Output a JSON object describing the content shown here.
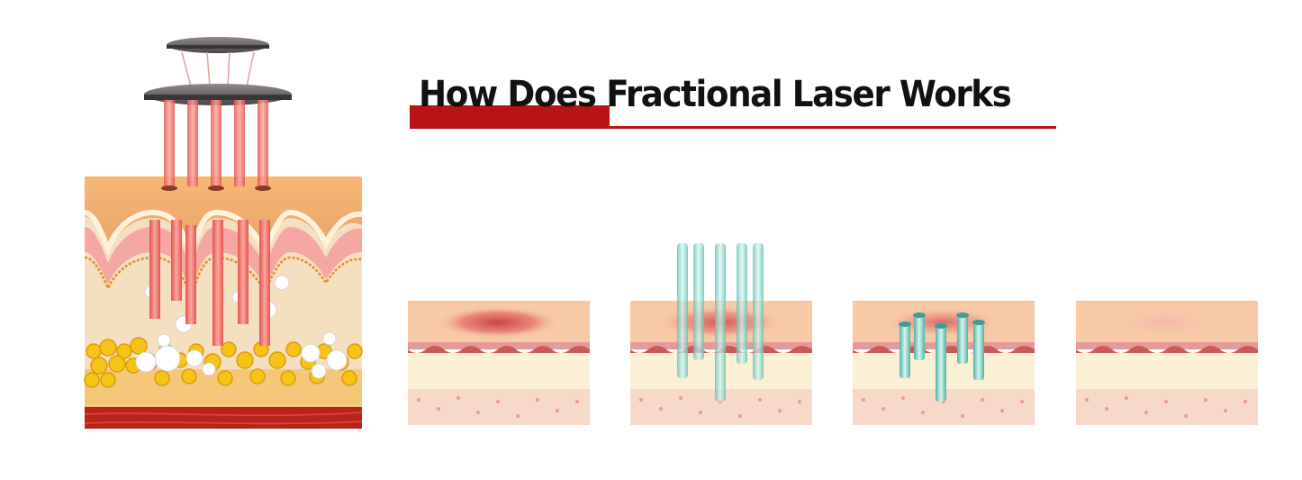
{
  "title": "How Does Fractional Laser Works",
  "colors": {
    "accent": "#b81414",
    "laser": "#e8504a",
    "epidermis": "#f7c9a7",
    "dermis": "#f8e8d6",
    "fat": "#f5c21a",
    "muscle": "#b8231c",
    "microcolumn": "#8fd3c8"
  },
  "stages": [
    {
      "id": 1,
      "state": "damaged-skin"
    },
    {
      "id": 2,
      "state": "laser-beams-penetrating"
    },
    {
      "id": 3,
      "state": "micro-thermal-columns"
    },
    {
      "id": 4,
      "state": "healed-skin"
    }
  ]
}
